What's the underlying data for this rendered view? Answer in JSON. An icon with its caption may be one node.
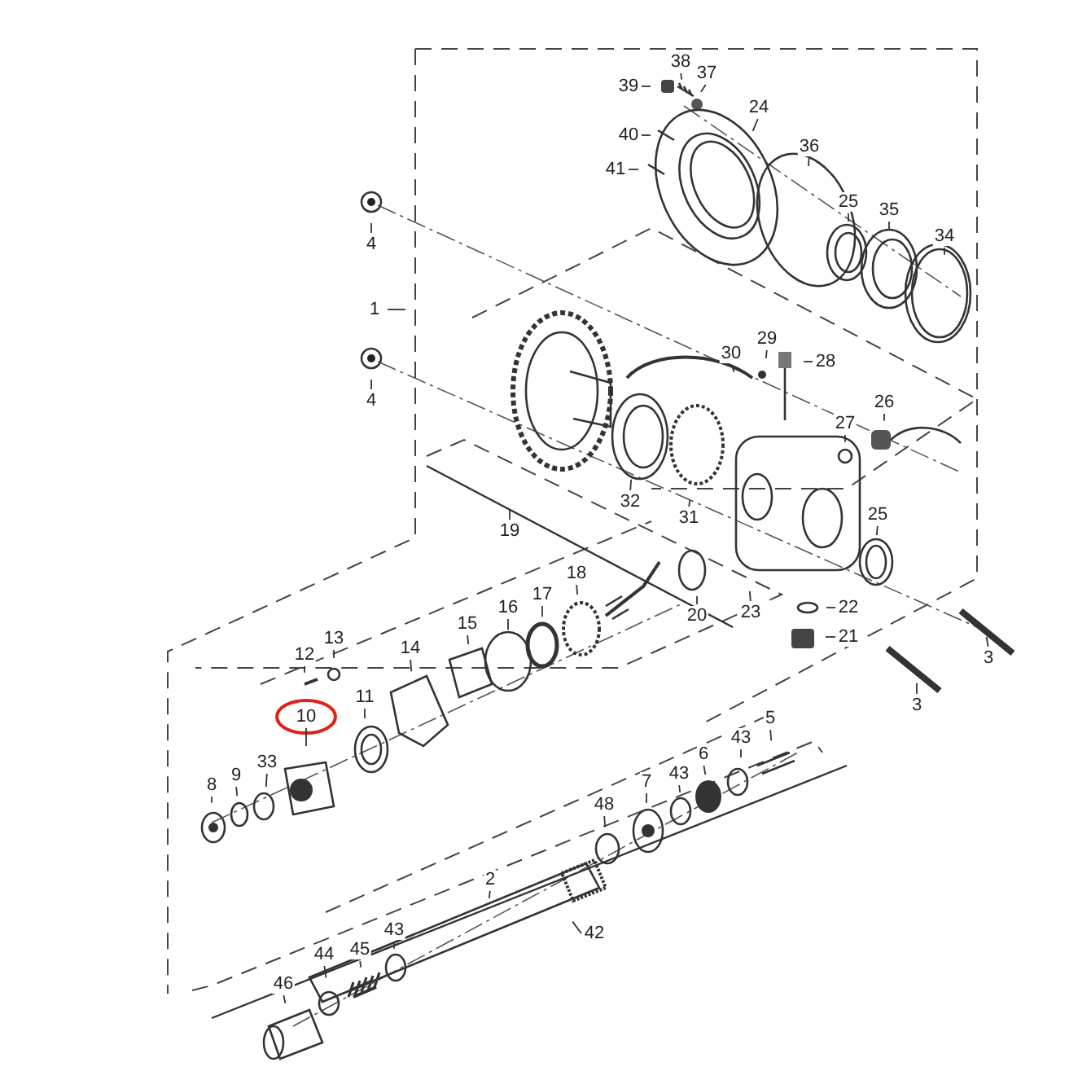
{
  "diagram": {
    "nodes": [
      {
        "text": [
          "38"
        ]
      },
      {
        "text": [
          "37"
        ]
      },
      {
        "text": [
          "39"
        ]
      },
      {
        "text": [
          "24"
        ]
      },
      {
        "text": [
          "40"
        ]
      },
      {
        "text": [
          "41"
        ]
      },
      {
        "text": [
          "36"
        ]
      },
      {
        "text": [
          "25"
        ]
      },
      {
        "text": [
          "35"
        ]
      },
      {
        "text": [
          "34"
        ]
      },
      {
        "text": [
          "4"
        ]
      },
      {
        "text": [
          "1"
        ]
      },
      {
        "text": [
          "30"
        ]
      },
      {
        "text": [
          "29"
        ]
      },
      {
        "text": [
          "28"
        ]
      },
      {
        "text": [
          "4"
        ]
      },
      {
        "text": [
          "26"
        ]
      },
      {
        "text": [
          "27"
        ]
      },
      {
        "text": [
          "32"
        ]
      },
      {
        "text": [
          "31"
        ]
      },
      {
        "text": [
          "19"
        ]
      },
      {
        "text": [
          "25"
        ]
      },
      {
        "text": [
          "18"
        ]
      },
      {
        "text": [
          "20"
        ]
      },
      {
        "text": [
          "23"
        ]
      },
      {
        "text": [
          "22"
        ]
      },
      {
        "text": [
          "21"
        ]
      },
      {
        "text": [
          "17"
        ]
      },
      {
        "text": [
          "16"
        ]
      },
      {
        "text": [
          "15"
        ]
      },
      {
        "text": [
          "14"
        ]
      },
      {
        "text": [
          "13"
        ]
      },
      {
        "text": [
          "3"
        ]
      },
      {
        "text": [
          "12"
        ]
      },
      {
        "text": [
          "3"
        ]
      },
      {
        "text": [
          "11"
        ]
      },
      {
        "text": [
          "10"
        ]
      },
      {
        "text": [
          "5"
        ]
      },
      {
        "text": [
          "6"
        ]
      },
      {
        "text": [
          "43"
        ]
      },
      {
        "text": [
          "43"
        ]
      },
      {
        "text": [
          "7"
        ]
      },
      {
        "text": [
          "33"
        ]
      },
      {
        "text": [
          "9"
        ]
      },
      {
        "text": [
          "8"
        ]
      },
      {
        "text": [
          "48"
        ]
      },
      {
        "text": [
          "2"
        ]
      },
      {
        "text": [
          "42"
        ]
      },
      {
        "text": [
          "43"
        ]
      },
      {
        "text": [
          "45"
        ]
      },
      {
        "text": [
          "44"
        ]
      },
      {
        "text": [
          "46"
        ]
      }
    ],
    "edges": [
      {
        "from": 0,
        "to": null,
        "arrow": "none"
      },
      {
        "from": 1,
        "to": null,
        "arrow": "none"
      },
      {
        "from": 2,
        "to": null,
        "arrow": "none"
      },
      {
        "from": 3,
        "to": null,
        "arrow": "none"
      },
      {
        "from": 4,
        "to": null,
        "arrow": "none"
      },
      {
        "from": 5,
        "to": null,
        "arrow": "none"
      },
      {
        "from": 6,
        "to": null,
        "arrow": "none"
      },
      {
        "from": 7,
        "to": null,
        "arrow": "none"
      },
      {
        "from": 8,
        "to": null,
        "arrow": "none"
      },
      {
        "from": 9,
        "to": null,
        "arrow": "none"
      },
      {
        "from": 10,
        "to": null,
        "arrow": "none"
      },
      {
        "from": 11,
        "to": null,
        "arrow": "none"
      },
      {
        "from": 12,
        "to": null,
        "arrow": "none"
      },
      {
        "from": 13,
        "to": null,
        "arrow": "none"
      },
      {
        "from": 14,
        "to": null,
        "arrow": "none"
      },
      {
        "from": 15,
        "to": null,
        "arrow": "none"
      },
      {
        "from": 16,
        "to": null,
        "arrow": "none"
      },
      {
        "from": 17,
        "to": null,
        "arrow": "none"
      },
      {
        "from": 18,
        "to": null,
        "arrow": "none"
      },
      {
        "from": 19,
        "to": null,
        "arrow": "none"
      },
      {
        "from": 20,
        "to": null,
        "arrow": "none"
      },
      {
        "from": 21,
        "to": null,
        "arrow": "none"
      },
      {
        "from": 22,
        "to": null,
        "arrow": "none"
      },
      {
        "from": 23,
        "to": null,
        "arrow": "none"
      },
      {
        "from": 24,
        "to": null,
        "arrow": "none"
      },
      {
        "from": 25,
        "to": null,
        "arrow": "none"
      },
      {
        "from": 26,
        "to": null,
        "arrow": "none"
      },
      {
        "from": 27,
        "to": null,
        "arrow": "none"
      },
      {
        "from": 28,
        "to": null,
        "arrow": "none"
      },
      {
        "from": 29,
        "to": null,
        "arrow": "none"
      },
      {
        "from": 30,
        "to": null,
        "arrow": "none"
      },
      {
        "from": 31,
        "to": null,
        "arrow": "none"
      },
      {
        "from": 32,
        "to": null,
        "arrow": "none"
      },
      {
        "from": 33,
        "to": null,
        "arrow": "none"
      },
      {
        "from": 34,
        "to": null,
        "arrow": "none"
      },
      {
        "from": 35,
        "to": null,
        "arrow": "none"
      },
      {
        "from": 36,
        "to": null,
        "arrow": "none"
      },
      {
        "from": 37,
        "to": null,
        "arrow": "none"
      },
      {
        "from": 38,
        "to": null,
        "arrow": "none"
      },
      {
        "from": 39,
        "to": null,
        "arrow": "none"
      },
      {
        "from": 40,
        "to": null,
        "arrow": "none"
      },
      {
        "from": 41,
        "to": null,
        "arrow": "none"
      },
      {
        "from": 42,
        "to": null,
        "arrow": "none"
      },
      {
        "from": 43,
        "to": null,
        "arrow": "none"
      },
      {
        "from": 44,
        "to": null,
        "arrow": "none"
      },
      {
        "from": 45,
        "to": null,
        "arrow": "none"
      },
      {
        "from": 46,
        "to": null,
        "arrow": "none"
      },
      {
        "from": 47,
        "to": null,
        "arrow": "none"
      },
      {
        "from": 48,
        "to": null,
        "arrow": "none"
      },
      {
        "from": 49,
        "to": null,
        "arrow": "none"
      },
      {
        "from": 50,
        "to": null,
        "arrow": "none"
      },
      {
        "from": 51,
        "to": null,
        "arrow": "none"
      }
    ]
  }
}
